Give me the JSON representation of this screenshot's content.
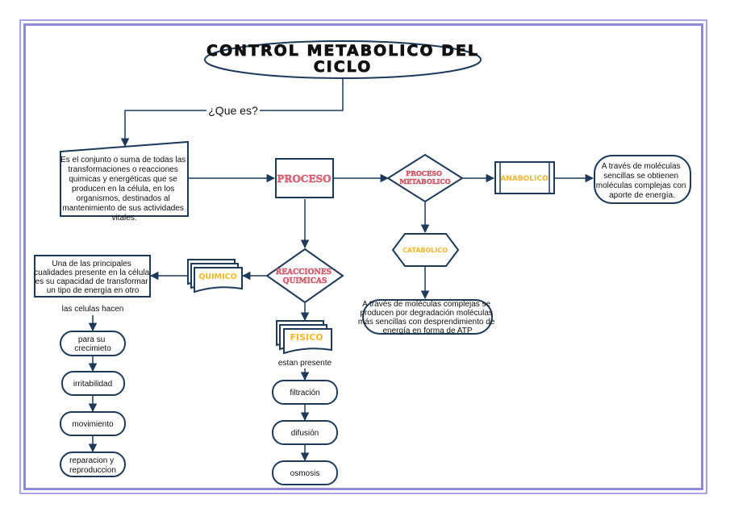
{
  "title": {
    "line1": "CONTROL METABOLICO DEL",
    "line2": "CICLO"
  },
  "question": "¿Que es?",
  "definition": [
    "Es el conjunto o suma de todas las",
    "transformaciones o reacciones",
    "quimicas y energéticas que se",
    "producen en la célula, en los",
    "organismos, destinados al",
    "mantenimiento de sus actividades",
    "vitales."
  ],
  "proceso": "PROCESO",
  "proceso_metabolico": [
    "PROCESO",
    "METABOLICO"
  ],
  "anabolico": "ANABOLICO",
  "anabolico_desc": [
    "A través de moléculas",
    "sencillas se obtienen",
    "moléculas complejas con",
    "aporte de energía."
  ],
  "catabolico": "CATABOLICO",
  "catabolico_desc": [
    "A través de moléculas complejas se",
    "producen por degradación moléculas",
    "más sencillas con desprendimiento de",
    "energía en forma de ATP"
  ],
  "reacciones": [
    "REACCIONES",
    "QUIMICAS"
  ],
  "quimico": "QUIMICO",
  "quimico_desc": [
    "Una de las principales",
    "cualidades presente en la célula",
    "es su capacidad de transformar",
    "un tipo de energía en otro"
  ],
  "celulas_label": "las celulas hacen",
  "quimico_items": [
    [
      "para su",
      "crecimieto"
    ],
    [
      "irritabilidad"
    ],
    [
      "movimiento"
    ],
    [
      "reparacion y",
      "reproduccion"
    ]
  ],
  "fisico": "FISICO",
  "fisico_label": "estan presente",
  "fisico_items": [
    "filtración",
    "difusión",
    "osmosis"
  ]
}
